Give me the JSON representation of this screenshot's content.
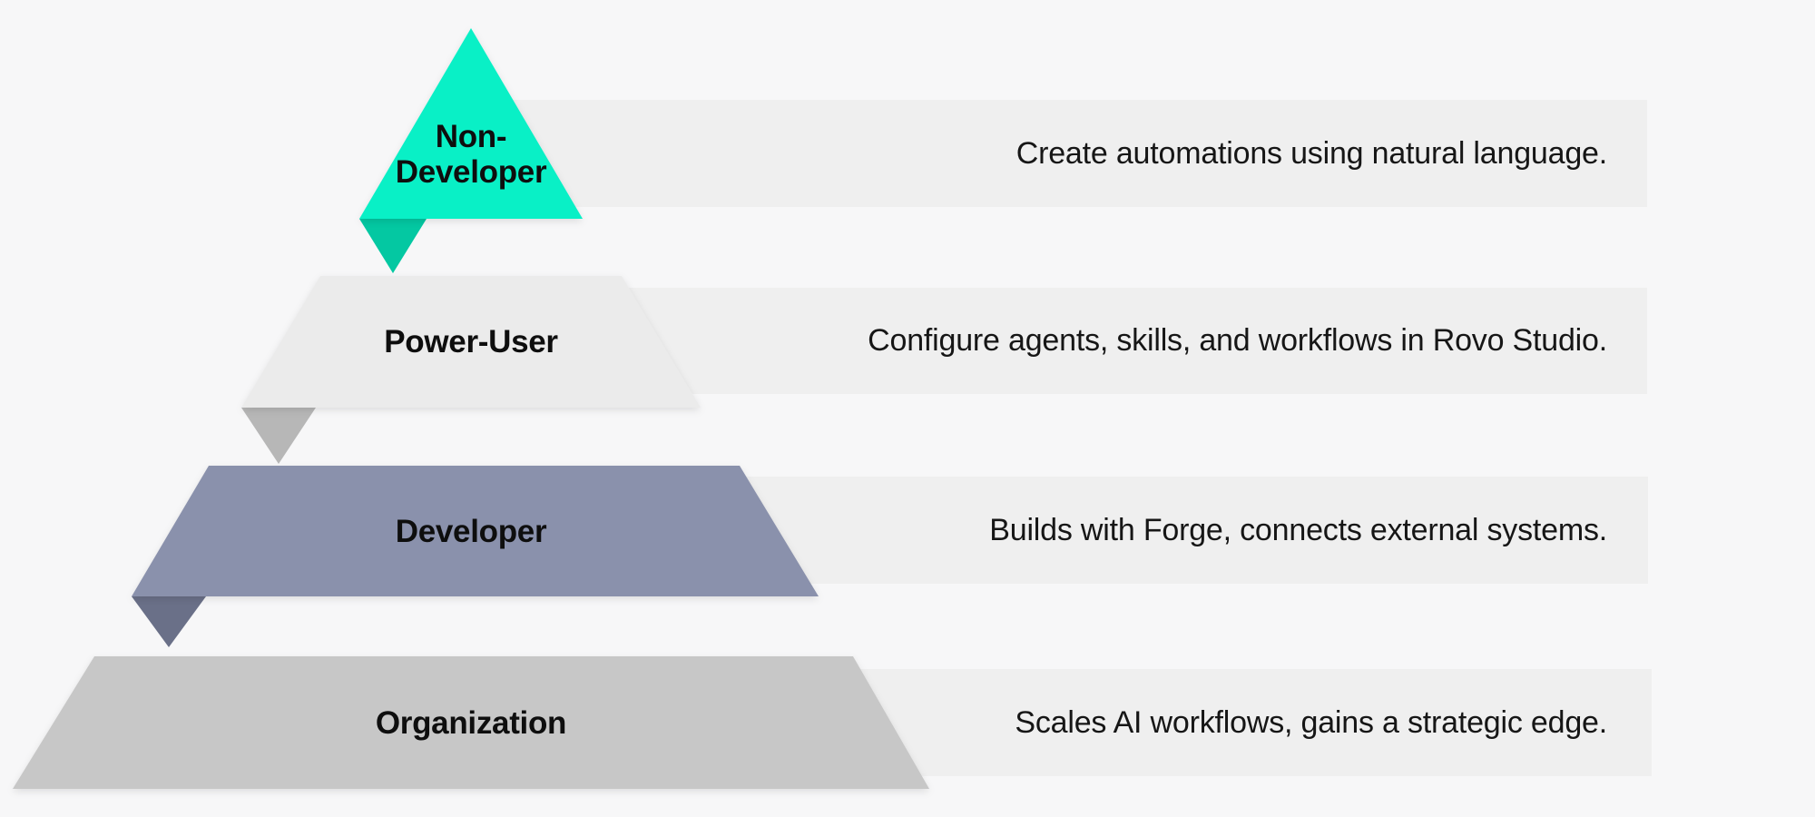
{
  "diagram": {
    "type": "pyramid-infographic",
    "colors": {
      "background": "#f7f7f8",
      "band": "#efefef",
      "label_text": "#0e0e0e",
      "description_text": "#161616"
    },
    "levels": [
      {
        "id": "non-developer",
        "label": "Non-\nDeveloper",
        "description": "Create automations using natural language.",
        "shape_color": "#09f0c6",
        "fold_color": "#04c8a2"
      },
      {
        "id": "power-user",
        "label": "Power-User",
        "description": "Configure agents, skills, and workflows in Rovo Studio.",
        "shape_color": "#ebebeb",
        "fold_color": "#b7b7b7"
      },
      {
        "id": "developer",
        "label": "Developer",
        "description": "Builds with Forge, connects external systems.",
        "shape_color": "#8a91ac",
        "fold_color": "#6a7088"
      },
      {
        "id": "organization",
        "label": "Organization",
        "description": "Scales AI workflows, gains a strategic edge.",
        "shape_color": "#c7c7c7",
        "fold_color": null
      }
    ]
  }
}
